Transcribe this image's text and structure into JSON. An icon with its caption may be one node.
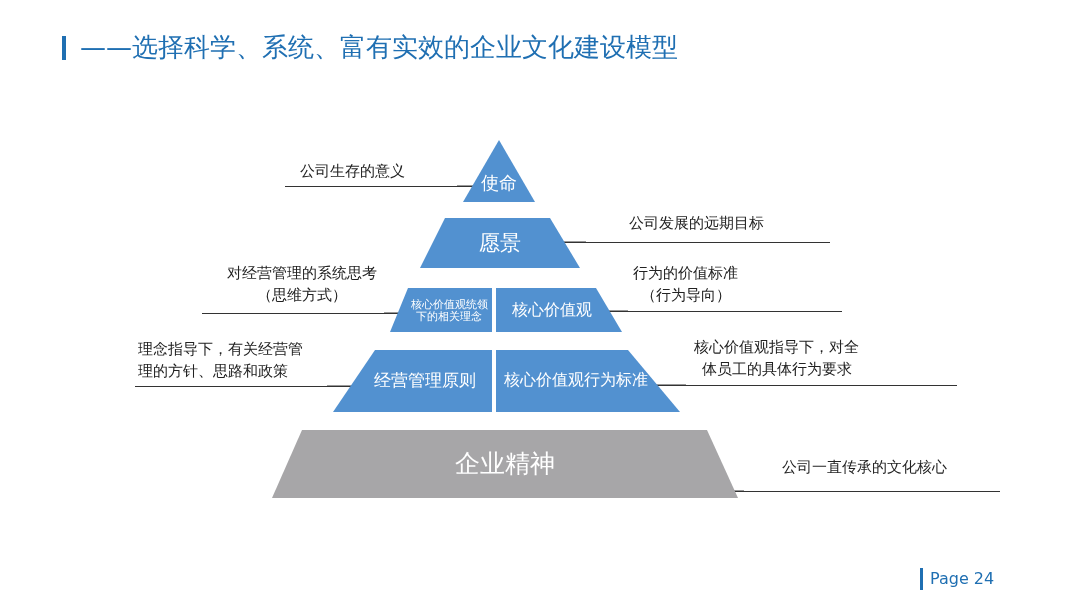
{
  "diagram": {
    "title": "——选择科学、系统、富有实效的企业文化建设模型",
    "nodes": [
      {
        "text": [
          "使命"
        ]
      },
      {
        "text": [
          "愿景"
        ]
      },
      {
        "text": [
          "核心价值观统领下的相关理念"
        ]
      },
      {
        "text": [
          "核心价值观"
        ]
      },
      {
        "text": [
          "经营管理原则"
        ]
      },
      {
        "text": [
          "核心价值观行为标准"
        ]
      },
      {
        "text": [
          "企业精神"
        ]
      },
      {
        "text": [
          "公司生存的意义"
        ]
      },
      {
        "text": [
          "公司发展的远期目标"
        ]
      },
      {
        "text": [
          "对经营管理的系统思考（思维方式）"
        ]
      },
      {
        "text": [
          "行为的价值标准（行为导向）"
        ]
      },
      {
        "text": [
          "理念指导下，有关经营管理的方针、思路和政策"
        ]
      },
      {
        "text": [
          "核心价值观指导下，对全体员工的具体行为要求"
        ]
      },
      {
        "text": [
          "公司一直传承的文化核心"
        ]
      }
    ],
    "edges": [
      {
        "from": 7,
        "to": 0,
        "arrow": "none"
      },
      {
        "from": 8,
        "to": 1,
        "arrow": "none"
      },
      {
        "from": 9,
        "to": 2,
        "arrow": "none"
      },
      {
        "from": 10,
        "to": 3,
        "arrow": "none"
      },
      {
        "from": 11,
        "to": 4,
        "arrow": "none"
      },
      {
        "from": 12,
        "to": 5,
        "arrow": "none"
      },
      {
        "from": 13,
        "to": 6,
        "arrow": "none"
      }
    ],
    "labels": [
      "Page 24"
    ]
  }
}
